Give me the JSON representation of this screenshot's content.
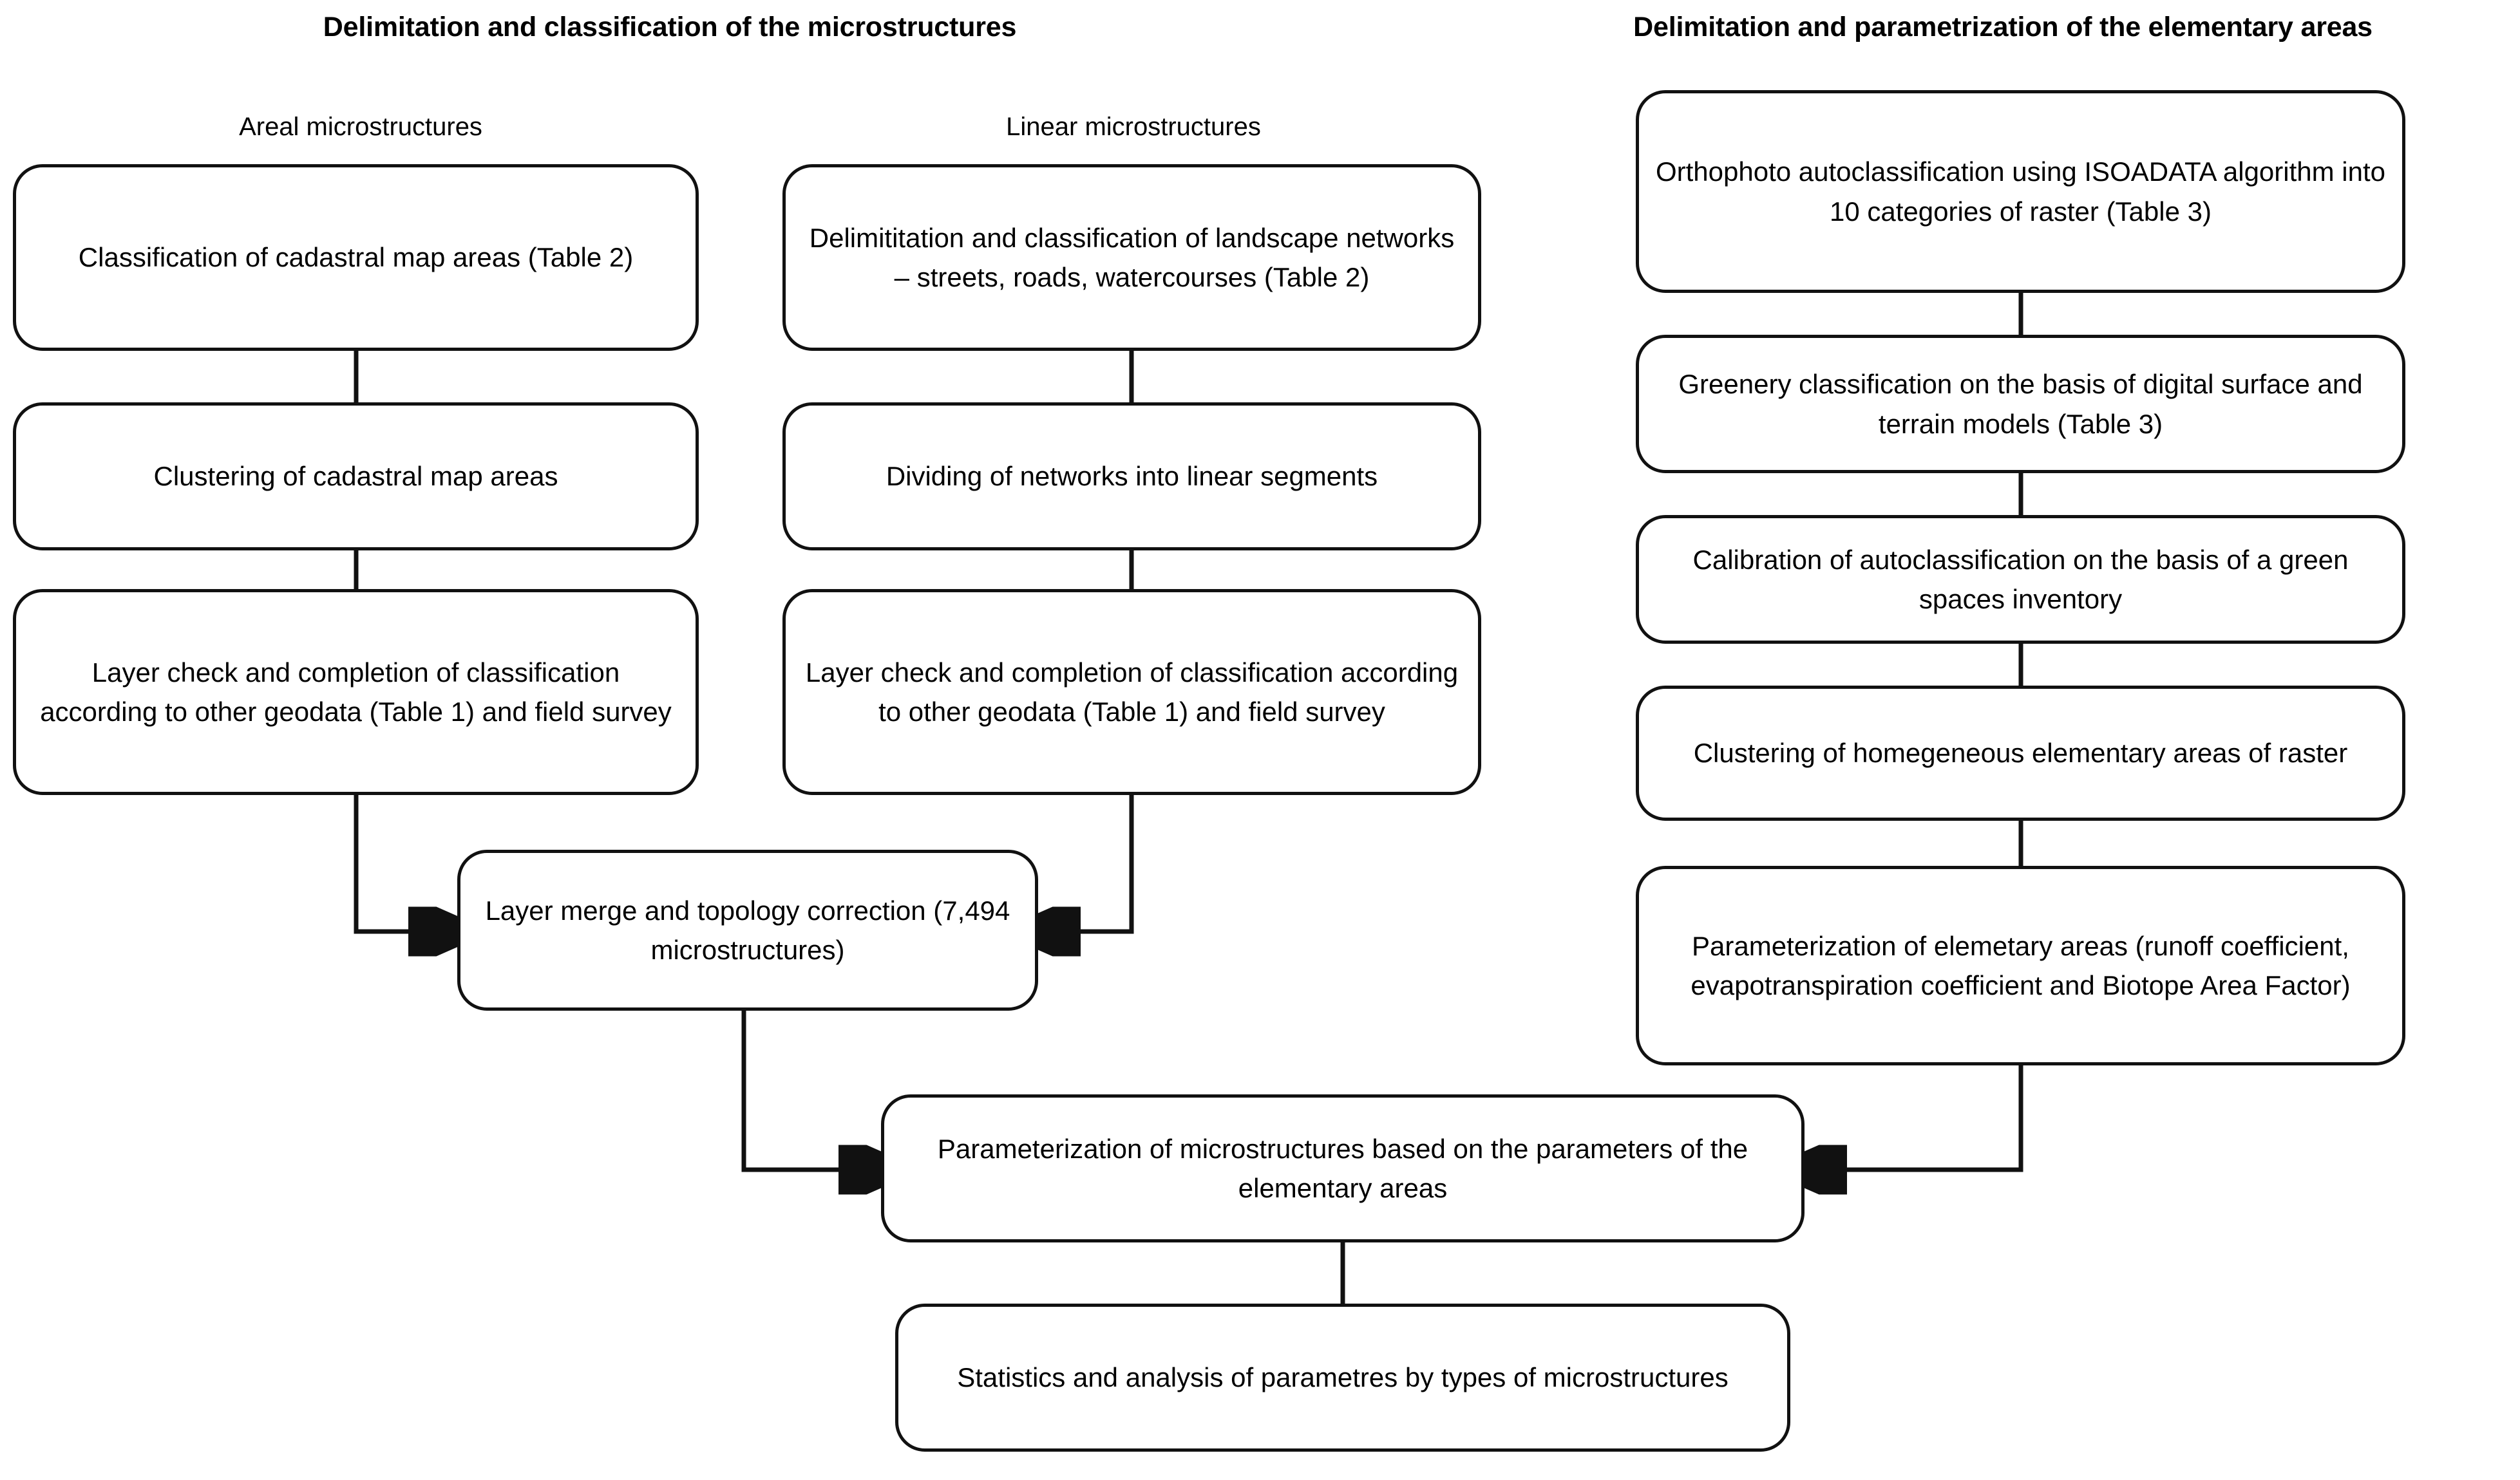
{
  "headers": {
    "left": "Delimitation and classification of the microstructures",
    "right": "Delimitation and parametrization of the elementary areas"
  },
  "subheaders": {
    "areal": "Areal microstructures",
    "linear": "Linear microstructures"
  },
  "colors": {
    "stroke": "#111111",
    "background": "#ffffff",
    "text": "#000000"
  },
  "nodes": {
    "areal1": "Classification of cadastral map areas (Table 2)",
    "areal2": "Clustering of cadastral map areas",
    "areal3": "Layer check and completion of classification according to other geodata (Table 1) and field survey",
    "linear1": "Delimititation and classification of landscape networks – streets, roads, watercourses (Table 2)",
    "linear2": "Dividing of networks into linear segments",
    "linear3": "Layer check and completion of classification according to other geodata (Table 1) and field survey",
    "merge": "Layer merge and topology correction (7,494 microstructures)",
    "right1": "Orthophoto autoclassification using ISOADATA algorithm into 10 categories of raster (Table 3)",
    "right2": "Greenery classification on the basis of digital surface and terrain models (Table 3)",
    "right3": "Calibration of autoclassification on the basis of a green spaces inventory",
    "right4": "Clustering of homegeneous elementary areas of raster",
    "right5": "Parameterization of elemetary areas (runoff coefficient, evapotranspiration coefficient and Biotope Area Factor)",
    "param": "Parameterization of microstructures based on the parameters of the elementary areas",
    "stats": "Statistics and analysis of parametres by types of microstructures"
  }
}
